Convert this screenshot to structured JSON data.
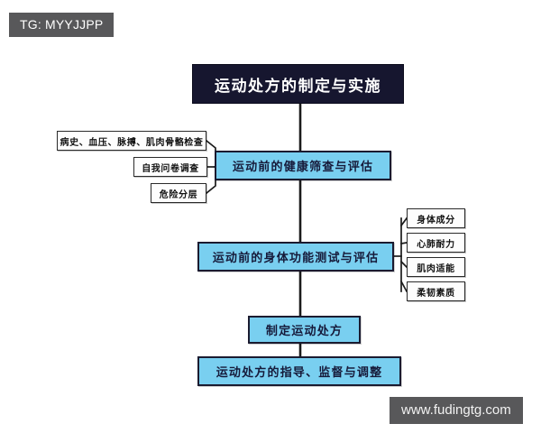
{
  "badge": {
    "label": "TG: MYYJJPP"
  },
  "watermark": {
    "label": "www.fudingtg.com"
  },
  "colors": {
    "title_bg": "#16162f",
    "title_text": "#ffffff",
    "node_bg": "#79cff0",
    "node_border": "#1b1b30",
    "node_text": "#161a3a",
    "sub_bg": "#fdfdfd",
    "sub_border": "#2a2a2a",
    "sub_text": "#121212",
    "line": "#1b1b1b",
    "badge_bg": "#58585a",
    "page_bg": "#ffffff"
  },
  "diagram": {
    "type": "flowchart",
    "title": "运动处方的制定与实施",
    "nodes": [
      {
        "id": "health",
        "label": "运动前的健康筛查与评估",
        "children_side": "left",
        "children": [
          "病史、血压、脉搏、肌肉骨骼检查",
          "自我问卷调查",
          "危险分层"
        ]
      },
      {
        "id": "fitness",
        "label": "运动前的身体功能测试与评估",
        "children_side": "right",
        "children": [
          "身体成分",
          "心肺耐力",
          "肌肉适能",
          "柔韧素质"
        ]
      },
      {
        "id": "prescription",
        "label": "制定运动处方",
        "children_side": "none",
        "children": []
      },
      {
        "id": "guidance",
        "label": "运动处方的指导、监督与调整",
        "children_side": "none",
        "children": []
      }
    ]
  }
}
